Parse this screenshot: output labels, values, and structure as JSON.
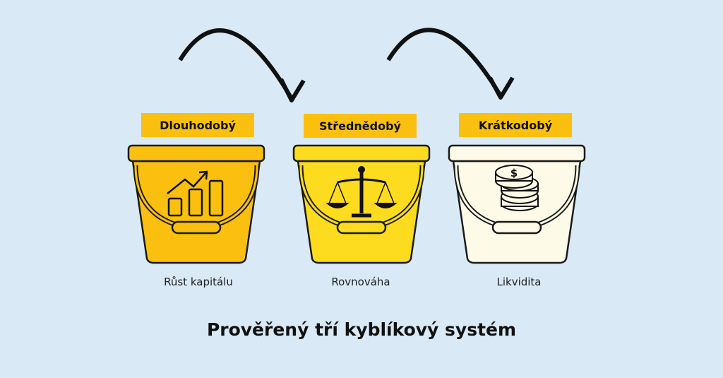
{
  "buckets": [
    {
      "label": "Dlouhodobý",
      "caption": "Růst kapitálu",
      "icon": "growth-chart-icon",
      "color": "#fbbf0f"
    },
    {
      "label": "Střednědobý",
      "caption": "Rovnováha",
      "icon": "balance-scale-icon",
      "color": "#fddb1f"
    },
    {
      "label": "Krátkodobý",
      "caption": "Likvidita",
      "icon": "coin-stack-icon",
      "color": "#fdfbe8"
    }
  ],
  "title": "Prověřený tří kyblíkový systém",
  "colors": {
    "background": "#d9e9f6",
    "tag": "#fbbf0f",
    "ink": "#111111"
  }
}
